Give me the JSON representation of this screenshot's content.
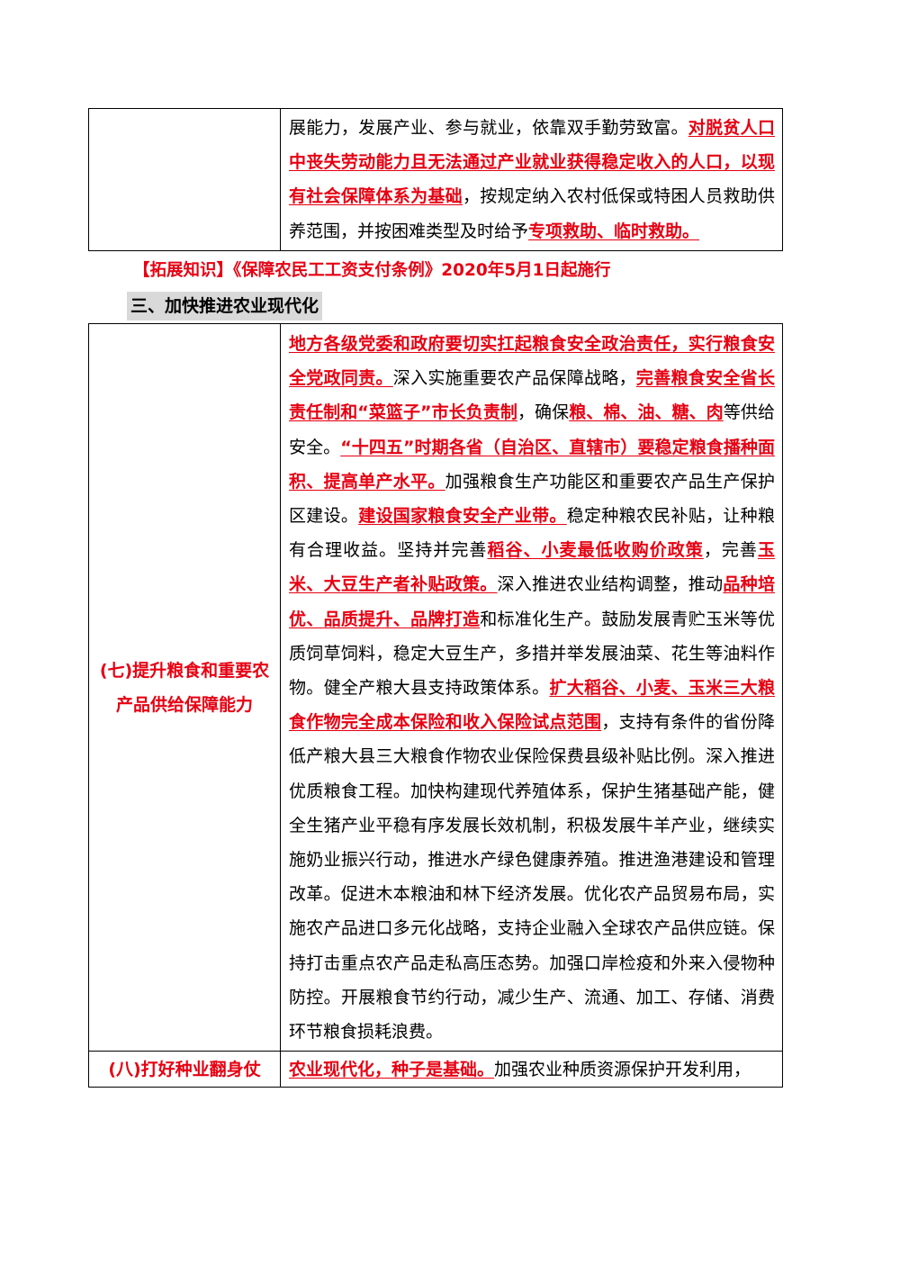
{
  "table1": {
    "right": [
      {
        "t": "展能力，发展产业、参与就业，依靠双手勤劳致富。",
        "s": "n"
      },
      {
        "t": "对脱贫人口中丧失劳动能力且无法通过产业就业获得稳定收入的人口，以现有社会保障体系为基础",
        "s": "ru"
      },
      {
        "t": "，按规定纳入农村低保或特困人员救助供养范围，并按困难类型及时给予",
        "s": "n"
      },
      {
        "t": "专项救助、临时救助。",
        "s": "ru"
      }
    ]
  },
  "extension": "【拓展知识】《保障农民工工资支付条例》2020年5月1日起施行",
  "section3_title": "三、加快推进农业现代化",
  "table2": {
    "row1_title": "(七)提升粮食和重要农产品供给保障能力",
    "row1_text": [
      {
        "t": "地方各级党委和政府要切实扛起粮食安全政治责任，实行粮食安全党政同责。",
        "s": "ru"
      },
      {
        "t": "深入实施重要农产品保障战略，",
        "s": "n"
      },
      {
        "t": "完善粮食安全省长责任制和“菜篮子”市长负责制",
        "s": "ru"
      },
      {
        "t": "，确保",
        "s": "n"
      },
      {
        "t": "粮、棉、油、糖、肉",
        "s": "ru"
      },
      {
        "t": "等供给安全。",
        "s": "n"
      },
      {
        "t": "“十四五”时期各省（自治区、直辖市）要稳定粮食播种面积、提高单产水平。",
        "s": "ru"
      },
      {
        "t": "加强粮食生产功能区和重要农产品生产保护区建设。",
        "s": "n"
      },
      {
        "t": "建设国家粮食安全产业带。",
        "s": "ru"
      },
      {
        "t": "稳定种粮农民补贴，让种粮有合理收益。坚持并完善",
        "s": "n"
      },
      {
        "t": "稻谷、小麦最低收购价政策",
        "s": "ru"
      },
      {
        "t": "，完善",
        "s": "n"
      },
      {
        "t": "玉米、大豆生产者补贴政策。",
        "s": "ru"
      },
      {
        "t": "深入推进农业结构调整，推动",
        "s": "n"
      },
      {
        "t": "品种培优、品质提升、品牌打造",
        "s": "ru"
      },
      {
        "t": "和标准化生产。鼓励发展青贮玉米等优质饲草饲料，稳定大豆生产，多措并举发展油菜、花生等油料作物。健全产粮大县支持政策体系。",
        "s": "n"
      },
      {
        "t": "扩大稻谷、小麦、玉米三大粮食作物完全成本保险和收入保险试点范围",
        "s": "ru"
      },
      {
        "t": "，支持有条件的省份降低产粮大县三大粮食作物农业保险保费县级补贴比例。深入推进优质粮食工程。加快构建现代养殖体系，保护生猪基础产能，健全生猪产业平稳有序发展长效机制，积极发展牛羊产业，继续实施奶业振兴行动，推进水产绿色健康养殖。推进渔港建设和管理改革。促进木本粮油和林下经济发展。优化农产品贸易布局，实施农产品进口多元化战略，支持企业融入全球农产品供应链。保持打击重点农产品走私高压态势。加强口岸检疫和外来入侵物种防控。开展粮食节约行动，减少生产、流通、加工、存储、消费环节粮食损耗浪费。",
        "s": "n"
      }
    ],
    "row2_title": "(八)打好种业翻身仗",
    "row2_text": [
      {
        "t": "农业现代化，种子是基础。",
        "s": "ru"
      },
      {
        "t": "加强农业种质资源保护开发利用，",
        "s": "n"
      }
    ]
  }
}
